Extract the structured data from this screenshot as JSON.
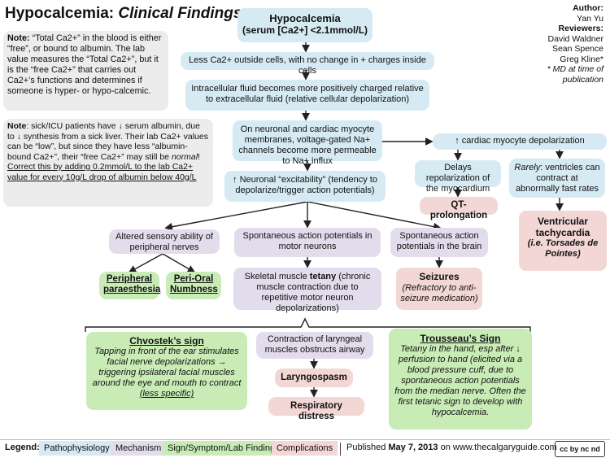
{
  "title": {
    "main": "Hypocalcemia:",
    "sub": "Clinical Findings"
  },
  "author": {
    "author_label": "Author:",
    "author_name": "Yan Yu",
    "reviewers_label": "Reviewers:",
    "reviewers": [
      "David Waldner",
      "Sean Spence",
      "Greg Kline*"
    ],
    "footnote": "* MD at time of publication"
  },
  "note1": {
    "label": "Note:",
    "text": "“Total Ca2+” in the blood is either “free”, or bound to albumin. The lab value measures the “Total Ca2+”, but it is the “free Ca2+” that carries out Ca2+’s functions and determines if someone is hyper- or hypo-calcemic."
  },
  "note2": {
    "label": "Note",
    "text": ": sick/ICU patients have ↓ serum albumin, due to ↓ synthesis from a sick liver. Their lab Ca2+ values can be “low”, but since they have less “albumin-bound Ca2+”, their “free Ca2+” may still be",
    "normal": "normal",
    "excl": "!",
    "correction": "Correct this by adding 0.2mmol/L to the lab Ca2+ value for every 10g/L drop of albumin below 40g/L"
  },
  "nodes": {
    "hypocalcemia": {
      "line1": "Hypocalcemia",
      "line2": "(serum [Ca2+] <2.1mmol/L)"
    },
    "less_ca": "Less Ca2+ outside cells, with no change in + charges inside cells",
    "intracellular": "Intracellular fluid becomes more positively charged relative to extracellular fluid (relative cellular depolarization)",
    "membranes": "On neuronal and cardiac myocyte membranes, voltage-gated Na+ channels become more permeable to Na+ influx",
    "excitability": "↑ Neuronal “excitability” (tendency to depolarize/trigger action potentials)",
    "cardiac_depol": "↑ cardiac myocyte depolarization",
    "delays": "Delays repolarization of the myocardium",
    "qt": "QT-prolongation",
    "rarely_label": "Rarely",
    "rarely_text": ": ventricles can contract at abnormally fast rates",
    "vtach": {
      "line1": "Ventricular tachycardia",
      "line2": "(i.e. Torsades de Pointes)"
    },
    "altered": "Altered sensory ability of peripheral nerves",
    "peripheral": "Peripheral paraesthesia",
    "perioral": "Peri-Oral Numbness",
    "spont_motor": "Spontaneous action potentials in motor neurons",
    "tetany": {
      "pre": "Skeletal muscle ",
      "bold": "tetany",
      "post": " (chronic muscle contraction due to repetitive motor neuron depolarizations)"
    },
    "spont_brain": "Spontaneous action potentials in the brain",
    "seizures": {
      "title": "Seizures",
      "sub": "(Refractory to anti-seizure medication)"
    },
    "chvostek": {
      "title": "Chvostek’s sign",
      "text": "Tapping in front of the ear stimulates facial nerve depolarizations → triggering ipsilateral facial muscles around the eye and mouth to contract",
      "tail": "(less specific)"
    },
    "laryngeal": "Contraction of laryngeal muscles obstructs airway",
    "laryngospasm": "Laryngospasm",
    "respiratory": "Respiratory distress",
    "trousseau": {
      "title": "Trousseau’s Sign",
      "text": "Tetany in the hand, esp after ↓ perfusion to hand (elicited via a blood pressure cuff, due to spontaneous action potentials from the median nerve. Often the first tetanic sign to develop with hypocalcemia."
    }
  },
  "legend": {
    "label": "Legend:",
    "items": [
      "Pathophysiology",
      "Mechanism",
      "Sign/Symptom/Lab Finding",
      "Complications"
    ],
    "published_pre": "Published ",
    "published_date": "May 7, 2013",
    "published_post": " on www.thecalgaryguide.com",
    "license": "cc by nc nd"
  },
  "colors": {
    "pathophysiology": "#d6eaf3",
    "mechanism": "#e3dcec",
    "sign": "#c9ecb7",
    "complication": "#f2d7d5",
    "note": "#ececec"
  }
}
